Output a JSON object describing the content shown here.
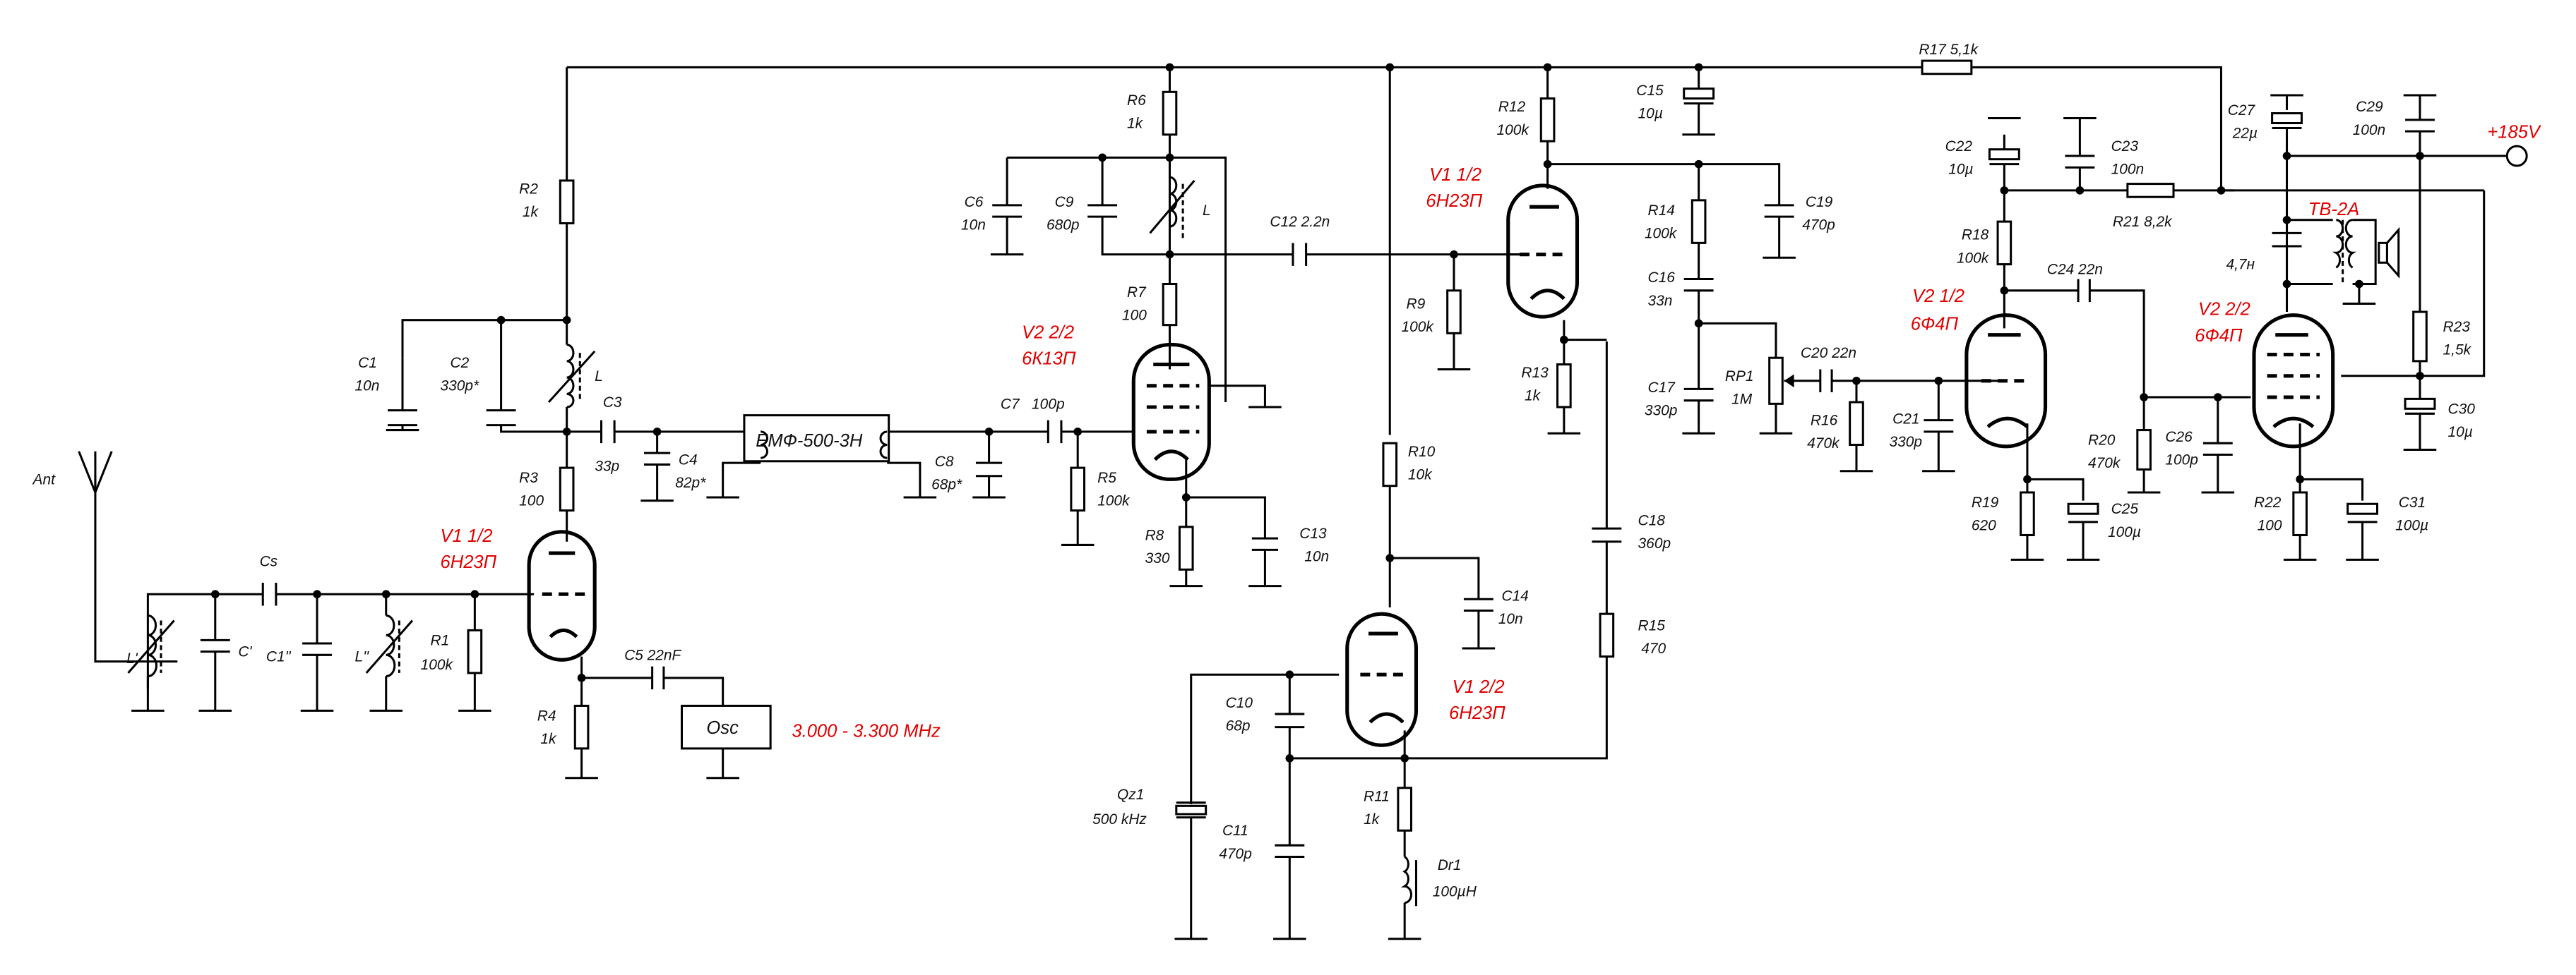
{
  "title": "Superheterodyne receiver schematic",
  "colors": {
    "wire": "#000000",
    "label": "#111111",
    "tube_label": "#e00000"
  },
  "labels": {
    "ant": "Ant",
    "r2": [
      "R2",
      "1k"
    ],
    "c1": [
      "C1",
      "10n"
    ],
    "c2": [
      "C2",
      "330p*"
    ],
    "l1": "L",
    "c3": [
      "C3",
      "33p"
    ],
    "c4": [
      "C4",
      "82p*"
    ],
    "r3": [
      "R3",
      "100"
    ],
    "cs": "Cs",
    "lp": "L'",
    "cp": "C'",
    "c1pp": "C1''",
    "lpp": "L''",
    "r1": [
      "R1",
      "100k"
    ],
    "v1a": [
      "V1 1/2",
      "6Н23П"
    ],
    "c5": "C5 22nF",
    "r4": [
      "R4",
      "1k"
    ],
    "osc": "Osc",
    "osc_freq": "3.000 - 3.300 MHz",
    "emf": "ЕМФ-500-3Н",
    "c8": [
      "C8",
      "68p*"
    ],
    "c7": [
      "C7",
      "100p"
    ],
    "r5": [
      "R5",
      "100k"
    ],
    "r6": [
      "R6",
      "1k"
    ],
    "c6": [
      "C6",
      "10n"
    ],
    "c9": [
      "C9",
      "680p"
    ],
    "l2": "L",
    "r7": [
      "R7",
      "100"
    ],
    "v2b": [
      "V2 2/2",
      "6К13П"
    ],
    "r8": [
      "R8",
      "330"
    ],
    "c13": [
      "C13",
      "10n"
    ],
    "c12": "C12  2.2n",
    "r9": [
      "R9",
      "100k"
    ],
    "r10": [
      "R10",
      "10k"
    ],
    "c14": [
      "C14",
      "10n"
    ],
    "v1b": [
      "V1 2/2",
      "6Н23П"
    ],
    "c10": [
      "C10",
      "68p"
    ],
    "c11": [
      "C11",
      "470p"
    ],
    "qz1": [
      "Qz1",
      "500 kHz"
    ],
    "r11": [
      "R11",
      "1k"
    ],
    "dr1": [
      "Dr1",
      "100µH"
    ],
    "r12": [
      "R12",
      "100k"
    ],
    "v1c": [
      "V1 1/2",
      "6Н23П"
    ],
    "r13": [
      "R13",
      "1k"
    ],
    "c15": [
      "C15",
      "10µ"
    ],
    "r14": [
      "R14",
      "100k"
    ],
    "c19": [
      "C19",
      "470p"
    ],
    "c16": [
      "C16",
      "33n"
    ],
    "c17": [
      "C17",
      "330p"
    ],
    "rp1": [
      "RP1",
      "1M"
    ],
    "c18": [
      "C18",
      "360p"
    ],
    "r15": [
      "R15",
      "470"
    ],
    "r17": "R17   5,1k",
    "c20": "C20   22n",
    "r16": [
      "R16",
      "470k"
    ],
    "c21": [
      "C21",
      "330p"
    ],
    "c22": [
      "C22",
      "10µ"
    ],
    "c23": [
      "C23",
      "100n"
    ],
    "r21": "R21   8,2k",
    "r18": [
      "R18",
      "100k"
    ],
    "v2a": [
      "V2 1/2",
      "6Ф4П"
    ],
    "c24": "C24   22n",
    "r19": [
      "R19",
      "620"
    ],
    "c25": [
      "C25",
      "100µ"
    ],
    "r20": [
      "R20",
      "470k"
    ],
    "c26": [
      "C26",
      "100p"
    ],
    "c27": [
      "C27",
      "22µ"
    ],
    "c29": [
      "C29",
      "100n"
    ],
    "supply": "+185V",
    "tv": "ТВ-2А",
    "c28": "4,7н",
    "v2c": [
      "V2 2/2",
      "6Ф4П"
    ],
    "r23": [
      "R23",
      "1,5k"
    ],
    "c30": [
      "C30",
      "10µ"
    ],
    "r22": [
      "R22",
      "100"
    ],
    "c31": [
      "C31",
      "100µ"
    ]
  }
}
